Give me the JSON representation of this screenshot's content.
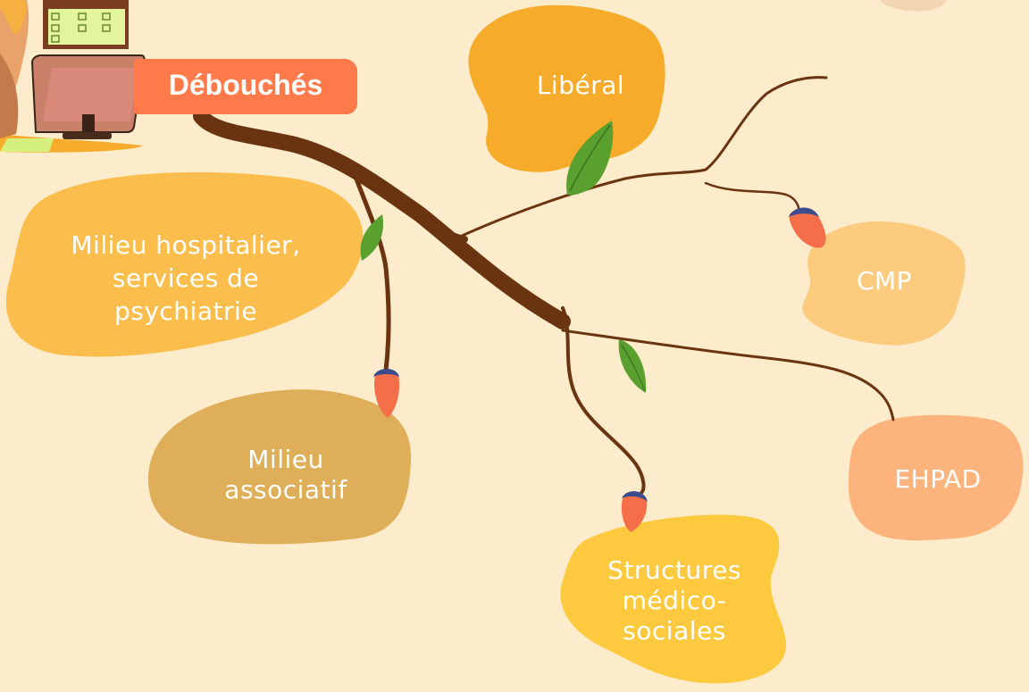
{
  "title": "Débouchés",
  "nodes": [
    {
      "id": "liberal",
      "lines": [
        "Libéral"
      ]
    },
    {
      "id": "hospital",
      "lines": [
        "Milieu hospitalier,",
        "services de",
        "psychiatrie"
      ]
    },
    {
      "id": "cmp",
      "lines": [
        "CMP"
      ]
    },
    {
      "id": "associatif",
      "lines": [
        "Milieu",
        "associatif"
      ]
    },
    {
      "id": "ehpad",
      "lines": [
        "EHPAD"
      ]
    },
    {
      "id": "medico",
      "lines": [
        "Structures",
        "médico-",
        "sociales"
      ]
    }
  ],
  "colors": {
    "background": "#fdeccb",
    "branch": "#6b3410",
    "title_tag": "#ff7a4a",
    "liberal": "#f6ac2a",
    "hospital": "#fbbe4c",
    "cmp": "#fdcb7e",
    "associatif": "#deae58",
    "ehpad": "#fdb47c",
    "medico": "#fdc93f",
    "leaf": "#5aa02f",
    "bud": "#f46f49",
    "bud_cap": "#3b4c8c"
  },
  "icons": [
    "person-at-computer-illustration",
    "leaf-icon",
    "flower-bud-icon"
  ]
}
